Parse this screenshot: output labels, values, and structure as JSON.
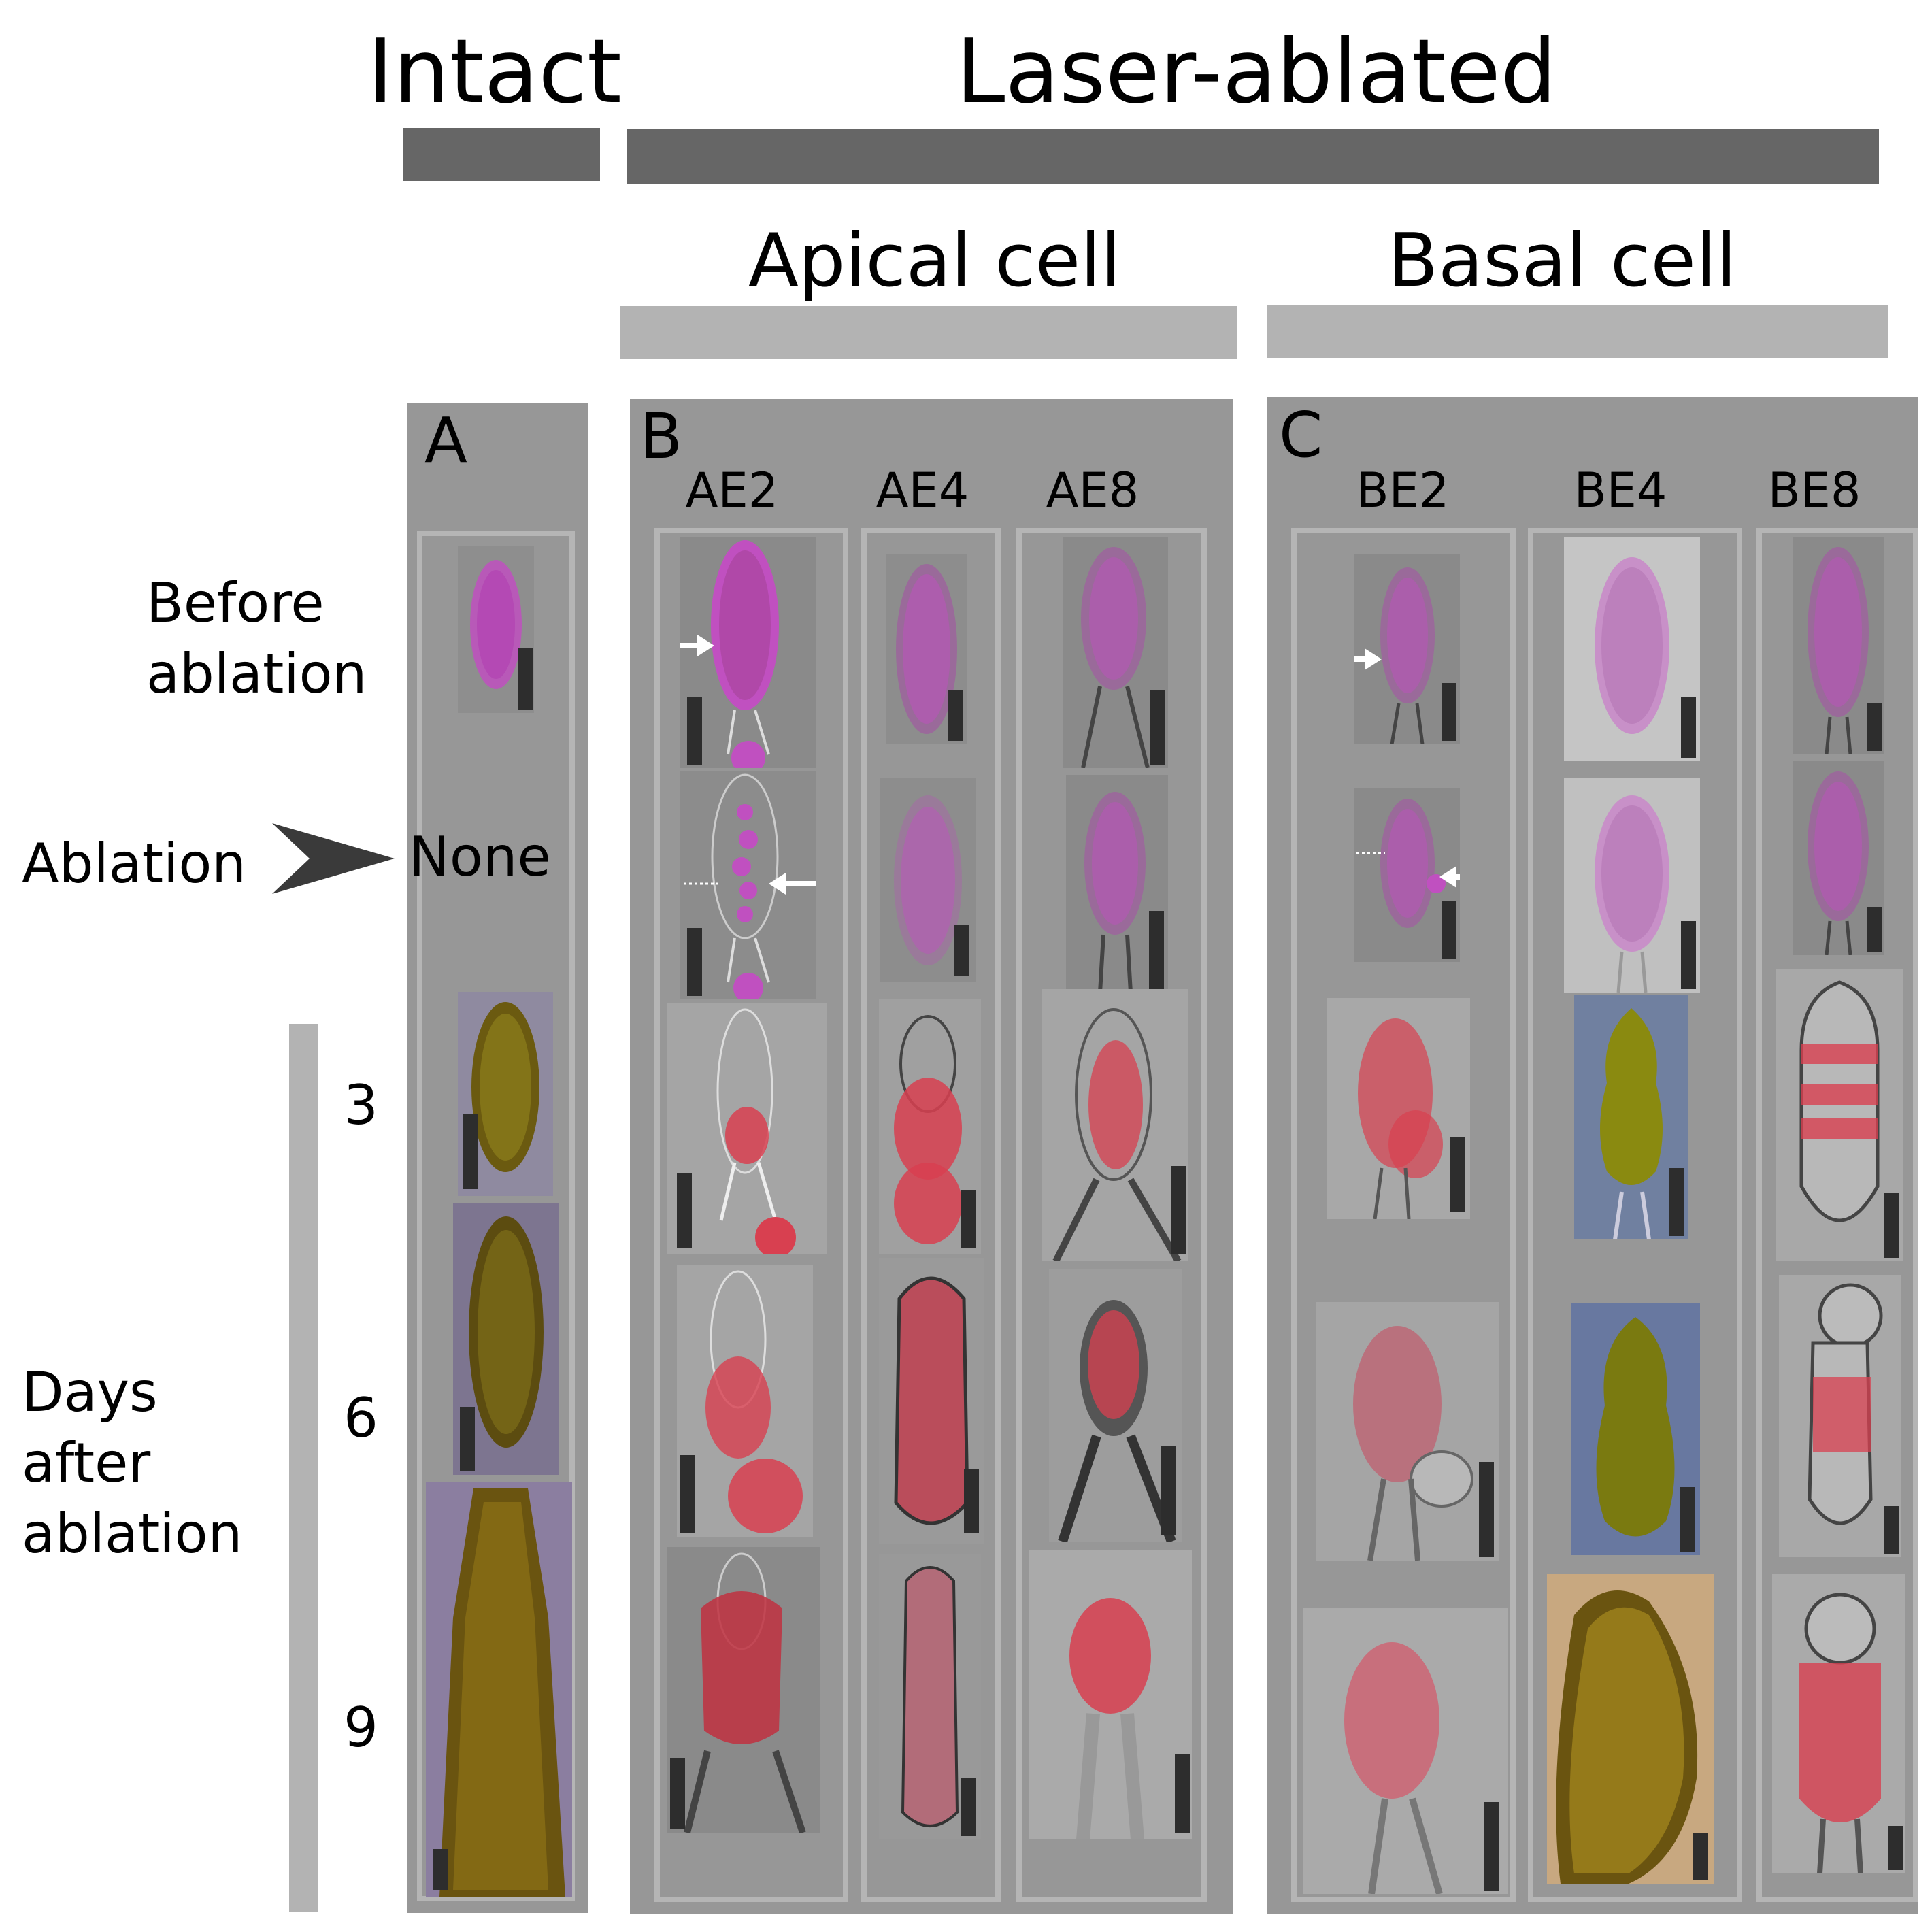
{
  "headers": {
    "intact": "Intact",
    "laser_ablated": "Laser-ablated",
    "apical_cell": "Apical cell",
    "basal_cell": "Basal cell"
  },
  "row_labels": {
    "before_ablation": "Before\nablation",
    "ablation": "Ablation",
    "days_after_ablation": "Days\nafter\nablation",
    "ablation_none": "None"
  },
  "day_numbers": [
    "3",
    "6",
    "9"
  ],
  "panels": [
    {
      "label": "A",
      "columns": []
    },
    {
      "label": "B",
      "columns": [
        "AE2",
        "AE4",
        "AE8"
      ]
    },
    {
      "label": "C",
      "columns": [
        "BE2",
        "BE4",
        "BE8"
      ]
    }
  ],
  "colors": {
    "dark_bar": "#666666",
    "light_bar": "#b3b3b3",
    "panel_bg": "#979797",
    "column_frame": "#b5b5b5",
    "magenta_stain": "#c050c0",
    "red_stain": "#d84050",
    "yellow_brown": "#8a6a10",
    "arrow": "#ffffff",
    "ablation_arrow": "#3a3a3a"
  }
}
